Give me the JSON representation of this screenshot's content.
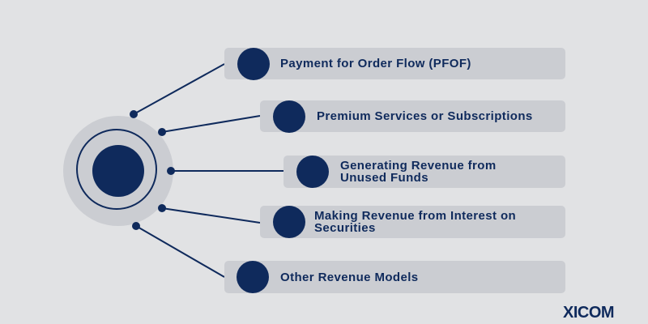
{
  "diagram": {
    "items": [
      {
        "label": "Payment for Order Flow (PFOF)"
      },
      {
        "label": "Premium Services or Subscriptions"
      },
      {
        "label": "Generating Revenue from\nUnused Funds"
      },
      {
        "label": "Making Revenue from Interest on\nSecurities"
      },
      {
        "label": "Other Revenue Models"
      }
    ]
  },
  "brand": {
    "logo": "XICOM"
  },
  "colors": {
    "navy": "#0f2a5c",
    "pill": "#cbcdd2",
    "background": "#e1e2e4"
  }
}
